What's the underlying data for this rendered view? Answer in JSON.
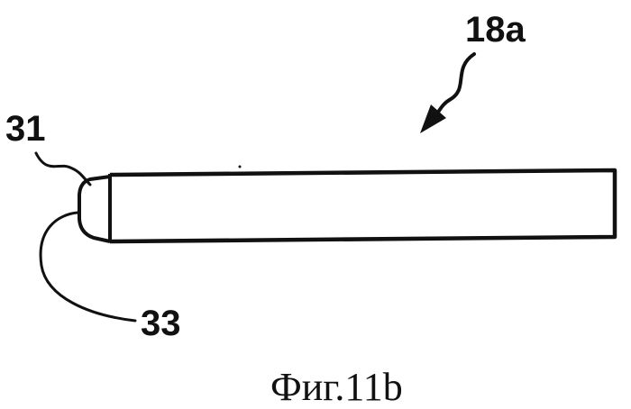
{
  "figure": {
    "labels": {
      "assembly": "18a",
      "tip_upper": "31",
      "tip_lower": "33"
    },
    "caption": "Фиг.11b",
    "line_color": "#111111"
  }
}
